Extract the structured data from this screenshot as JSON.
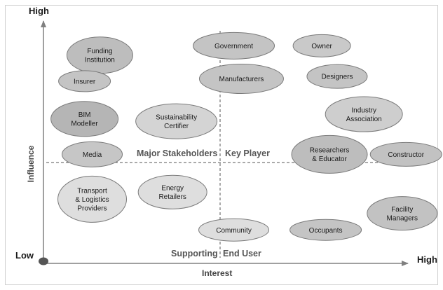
{
  "axes": {
    "y_high": "High",
    "x_low": "Low",
    "x_high": "High",
    "y_label": "Influence",
    "x_label": "Interest"
  },
  "quadrants": {
    "top_left": "Major Stakeholders",
    "top_right": "Key Player",
    "bottom_left": "Supporting",
    "bottom_right": "End User"
  },
  "stakeholders": [
    {
      "id": "funding-institution",
      "lines": [
        "Funding",
        "Institution"
      ],
      "influence": 0.87,
      "interest": 0.14,
      "fill": "#bdbdbd"
    },
    {
      "id": "government",
      "lines": [
        "Government"
      ],
      "influence": 0.91,
      "interest": 0.49,
      "fill": "#c4c4c4"
    },
    {
      "id": "owner",
      "lines": [
        "Owner"
      ],
      "influence": 0.91,
      "interest": 0.72,
      "fill": "#c9c9c9"
    },
    {
      "id": "insurer",
      "lines": [
        "Insurer"
      ],
      "influence": 0.76,
      "interest": 0.1,
      "fill": "#c4c4c4"
    },
    {
      "id": "manufacturers",
      "lines": [
        "Manufacturers"
      ],
      "influence": 0.77,
      "interest": 0.51,
      "fill": "#c4c4c4"
    },
    {
      "id": "designers",
      "lines": [
        "Designers"
      ],
      "influence": 0.78,
      "interest": 0.76,
      "fill": "#c4c4c4"
    },
    {
      "id": "bim-modeller",
      "lines": [
        "BIM",
        "Modeller"
      ],
      "influence": 0.6,
      "interest": 0.1,
      "fill": "#b5b5b5"
    },
    {
      "id": "sustainability-certifier",
      "lines": [
        "Sustainability",
        "Certifier"
      ],
      "influence": 0.59,
      "interest": 0.34,
      "fill": "#d4d4d4"
    },
    {
      "id": "industry-association",
      "lines": [
        "Industry",
        "Association"
      ],
      "influence": 0.62,
      "interest": 0.83,
      "fill": "#cecece"
    },
    {
      "id": "media",
      "lines": [
        "Media"
      ],
      "influence": 0.45,
      "interest": 0.12,
      "fill": "#c6c6c6"
    },
    {
      "id": "researchers-educator",
      "lines": [
        "Researchers",
        "& Educator"
      ],
      "influence": 0.45,
      "interest": 0.74,
      "fill": "#bdbdbd"
    },
    {
      "id": "constructor",
      "lines": [
        "Constructor"
      ],
      "influence": 0.45,
      "interest": 0.94,
      "fill": "#c2c2c2"
    },
    {
      "id": "transport-logistics-providers",
      "lines": [
        "Transport",
        "& Logistics",
        "Providers"
      ],
      "influence": 0.26,
      "interest": 0.12,
      "fill": "#dedede"
    },
    {
      "id": "energy-retailers",
      "lines": [
        "Energy",
        "Retailers"
      ],
      "influence": 0.29,
      "interest": 0.33,
      "fill": "#dedede"
    },
    {
      "id": "facility-managers",
      "lines": [
        "Facility",
        "Managers"
      ],
      "influence": 0.2,
      "interest": 0.93,
      "fill": "#c2c2c2"
    },
    {
      "id": "community",
      "lines": [
        "Community"
      ],
      "influence": 0.13,
      "interest": 0.49,
      "fill": "#dedede"
    },
    {
      "id": "occupants",
      "lines": [
        "Occupants"
      ],
      "influence": 0.13,
      "interest": 0.73,
      "fill": "#c4c4c4"
    }
  ]
}
